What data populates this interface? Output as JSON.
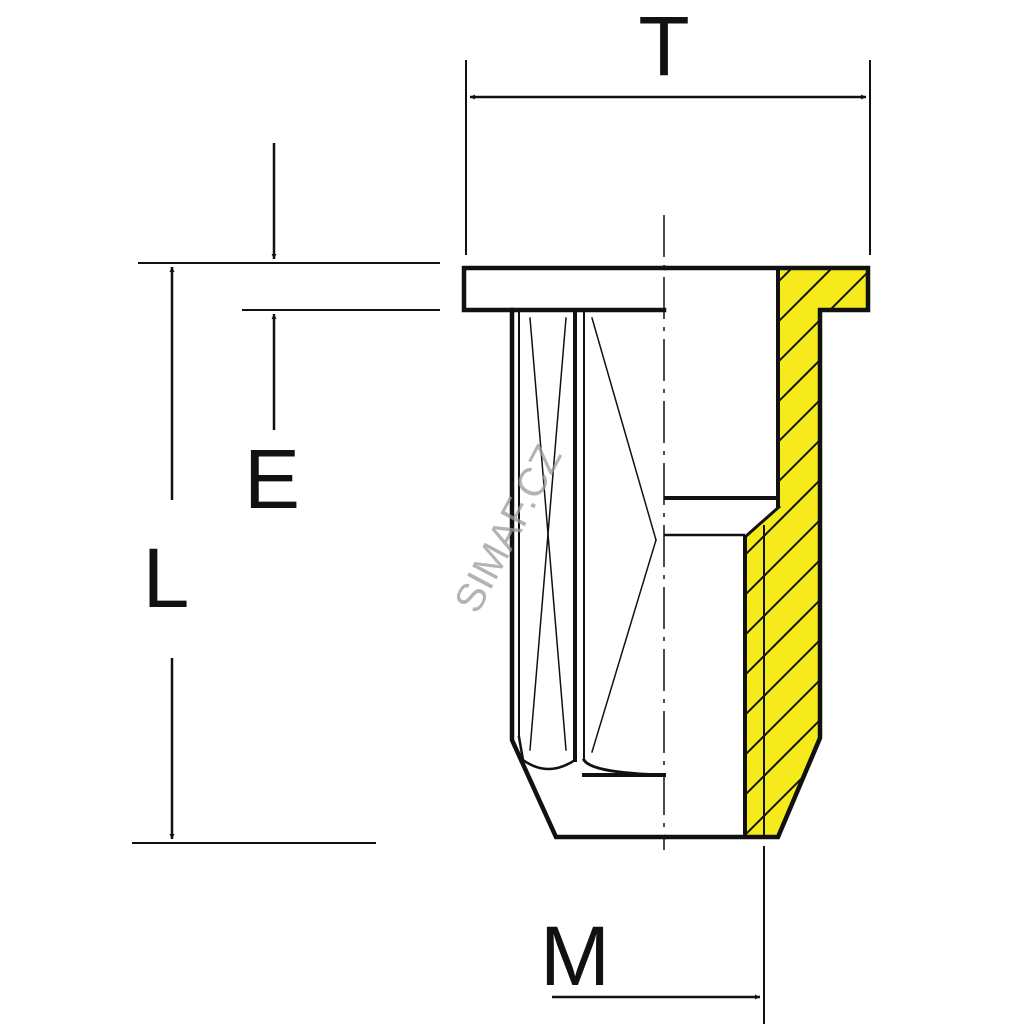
{
  "drawing": {
    "dimension_labels": {
      "T": "T",
      "E": "E",
      "L": "L",
      "M": "M"
    },
    "watermark": "SIMAF.CZ",
    "colors": {
      "line": "#111111",
      "section_fill": "#f4ea1c",
      "watermark": "#9a9a9a",
      "background": "#ffffff"
    }
  }
}
